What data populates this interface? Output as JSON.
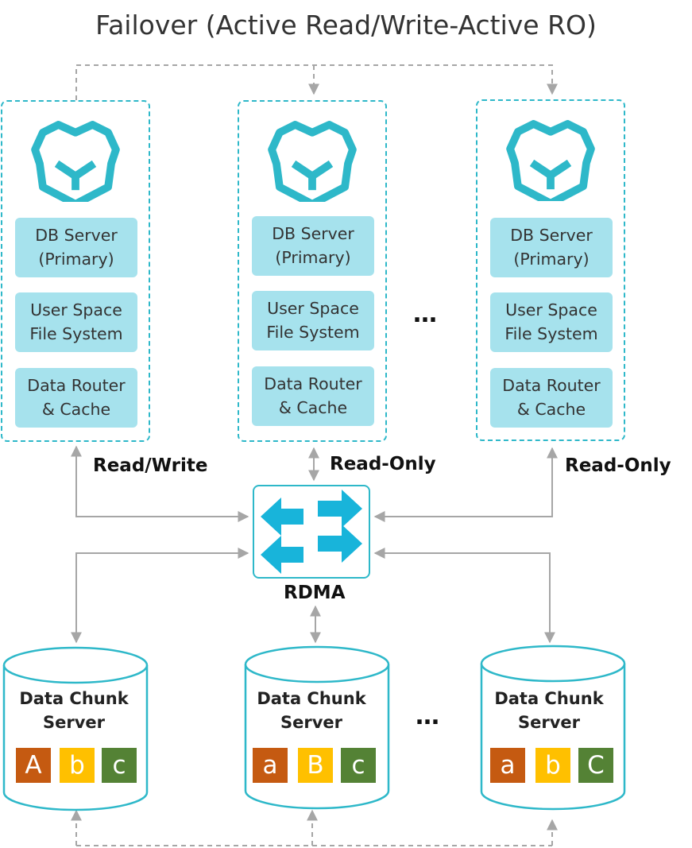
{
  "title": "Failover (Active Read/Write-Active RO)",
  "nodes": [
    {
      "boxes": [
        "DB Server\n(Primary)",
        "User Space\nFile System",
        "Data Router\n& Cache"
      ],
      "link_label": "Read/Write"
    },
    {
      "boxes": [
        "DB Server\n(Primary)",
        "User Space\nFile System",
        "Data Router\n& Cache"
      ],
      "link_label": "Read-Only"
    },
    {
      "boxes": [
        "DB Server\n(Primary)",
        "User Space\nFile System",
        "Data Router\n& Cache"
      ],
      "link_label": "Read-Only"
    }
  ],
  "ellipsis": "…",
  "switch_label": "RDMA",
  "chunk_servers": [
    {
      "label": "Data Chunk\nServer",
      "chunks": [
        "A",
        "b",
        "c"
      ]
    },
    {
      "label": "Data Chunk\nServer",
      "chunks": [
        "a",
        "B",
        "c"
      ]
    },
    {
      "label": "Data Chunk\nServer",
      "chunks": [
        "a",
        "b",
        "C"
      ]
    }
  ],
  "colors": {
    "accent": "#2eb8c9",
    "box_fill": "#a6e2ed",
    "connector": "#a6a6a6",
    "chunk_a": "#c55a11",
    "chunk_b": "#ffc000",
    "chunk_c": "#548235"
  },
  "icons": {
    "node_logo": "hexagon-bear-logo-icon",
    "switch": "network-switch-arrows-icon"
  }
}
